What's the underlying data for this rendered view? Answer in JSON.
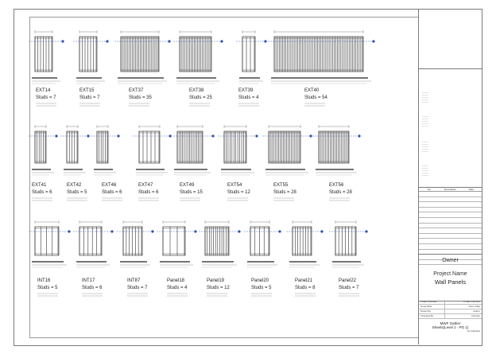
{
  "panels": [
    {
      "name": "EXT14",
      "studs": "Studs = 7"
    },
    {
      "name": "EXT15",
      "studs": "Studs = 7"
    },
    {
      "name": "EXT37",
      "studs": "Studs = 35"
    },
    {
      "name": "EXT38",
      "studs": "Studs = 25"
    },
    {
      "name": "EXT39",
      "studs": "Studs = 4"
    },
    {
      "name": "EXT40",
      "studs": "Studs = 54"
    },
    {
      "name": "EXT41",
      "studs": "Studs = 6"
    },
    {
      "name": "EXT42",
      "studs": "Studs = 5"
    },
    {
      "name": "EXT46",
      "studs": "Studs = 6"
    },
    {
      "name": "EXT47",
      "studs": "Studs = 6"
    },
    {
      "name": "EXT49",
      "studs": "Studs = 15"
    },
    {
      "name": "EXT54",
      "studs": "Studs = 12"
    },
    {
      "name": "EXT55",
      "studs": "Studs = 28"
    },
    {
      "name": "EXT56",
      "studs": "Studs = 28"
    },
    {
      "name": "INT16",
      "studs": "Studs = 5"
    },
    {
      "name": "INT17",
      "studs": "Studs = 6"
    },
    {
      "name": "INT87",
      "studs": "Studs = 7"
    },
    {
      "name": "Panel18",
      "studs": "Studs = 4"
    },
    {
      "name": "Panel19",
      "studs": "Studs = 12"
    },
    {
      "name": "Panel20",
      "studs": "Studs = 5"
    },
    {
      "name": "Panel21",
      "studs": "Studs = 8"
    },
    {
      "name": "Panel22",
      "studs": "Studs = 7"
    }
  ],
  "titleblock": {
    "owner": "Owner",
    "project_name": "Project Name",
    "sheet_name": "Wall Panels",
    "rev_headers": [
      "No.",
      "Description",
      "Date"
    ],
    "info": [
      {
        "label": "Project Number",
        "value": "Project Number"
      },
      {
        "label": "Issue Date",
        "value": "Issue Date"
      },
      {
        "label": "Drawn By",
        "value": "Author"
      },
      {
        "label": "Checked By",
        "value": "Checker"
      }
    ],
    "sheet_title_1": "MWF Gather",
    "sheet_title_2": "Sheets(Level 1 - PG 1)",
    "sheet_number": "As indicated"
  }
}
